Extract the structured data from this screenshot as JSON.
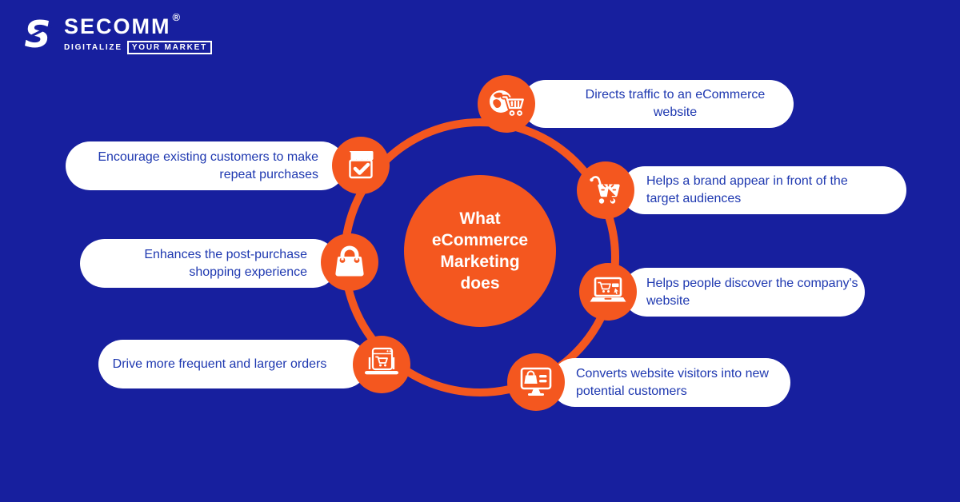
{
  "colors": {
    "background": "#171F9E",
    "accent_orange": "#F4571F",
    "pill_background": "#FFFFFF",
    "pill_text": "#1E38B0",
    "logo_text": "#FFFFFF"
  },
  "logo": {
    "icon": "secomm-s-logo",
    "brand": "SECOMM",
    "registered": "®",
    "tagline_left": "DIGITALIZE",
    "tagline_right": "YOUR MARKET"
  },
  "center": {
    "lines": [
      "What",
      "eCommerce",
      "Marketing",
      "does"
    ]
  },
  "nodes": [
    {
      "icon": "globe-cart-icon",
      "lines": [
        "Directs traffic to an eCommerce website",
        ""
      ]
    },
    {
      "icon": "cart-cursor-icon",
      "lines": [
        "Helps a brand appear in front of the",
        "target audiences"
      ]
    },
    {
      "icon": "laptop-cart-icon",
      "lines": [
        "Helps people discover the company's",
        "website"
      ]
    },
    {
      "icon": "monitor-bag-icon",
      "lines": [
        "Converts website visitors into new",
        "potential customers"
      ]
    },
    {
      "icon": "laptop-browser-cart-icon",
      "lines": [
        "Drive more frequent and larger orders",
        ""
      ]
    },
    {
      "icon": "shopping-bag-icon",
      "lines": [
        "Enhances the post-purchase",
        "shopping experience"
      ]
    },
    {
      "icon": "bag-check-icon",
      "lines": [
        "Encourage existing customers to make",
        "repeat purchases"
      ]
    }
  ]
}
